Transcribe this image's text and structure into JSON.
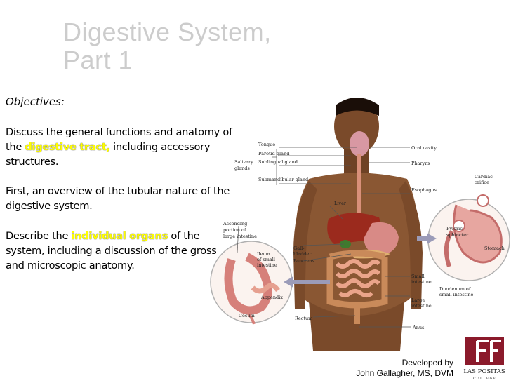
{
  "title": {
    "line1": "Digestive System,",
    "line2": "Part 1"
  },
  "objectives": {
    "heading": "Objectives:",
    "p1": {
      "before": "Discuss the general functions and anatomy of the ",
      "highlight": "digestive tract,",
      "after": " including accessory structures."
    },
    "p2": {
      "text": "First, an overview of the tubular nature of the digestive system."
    },
    "p3": {
      "before": "Describe the ",
      "highlight": "individual organs",
      "after": " of the system, including a discussion of the gross and microscopic anatomy."
    }
  },
  "diagram": {
    "labels": {
      "tongue": "Tongue",
      "parotid": "Parotid gland",
      "sublingual": "Sublingual gland",
      "salivary1": "Salivary",
      "salivary2": "glands",
      "submandibular": "Submandibular gland",
      "oral_cavity": "Oral cavity",
      "pharynx": "Pharynx",
      "cardiac1": "Cardiac",
      "cardiac2": "orifice",
      "esophagus": "Esophagus",
      "liver": "Liver",
      "asc1": "Ascending",
      "asc2": "portion of",
      "asc3": "large intestine",
      "pyloric1": "Pyloric",
      "pyloric2": "sphincter",
      "stomach": "Stomach",
      "gall1": "Gall-",
      "gall2": "bladder",
      "pancreas": "Pancreas",
      "ileum1": "Ileum",
      "ileum2": "of small",
      "ileum3": "intestine",
      "small1": "Small",
      "small2": "intestine",
      "duod1": "Duodenum of",
      "duod2": "small intestine",
      "appendix": "Appendix",
      "large1": "Large",
      "large2": "intestine",
      "cecum": "Cecum",
      "rectum": "Rectum",
      "anus": "Anus"
    }
  },
  "credit": {
    "line1": "Developed by",
    "line2": "John Gallagher, MS, DVM"
  },
  "logo": {
    "line1": "LAS POSITAS",
    "line2": "C O L L E G E"
  },
  "colors": {
    "title": "#cccccc",
    "highlight": "#ffff00",
    "logo": "#8b1a2b"
  }
}
